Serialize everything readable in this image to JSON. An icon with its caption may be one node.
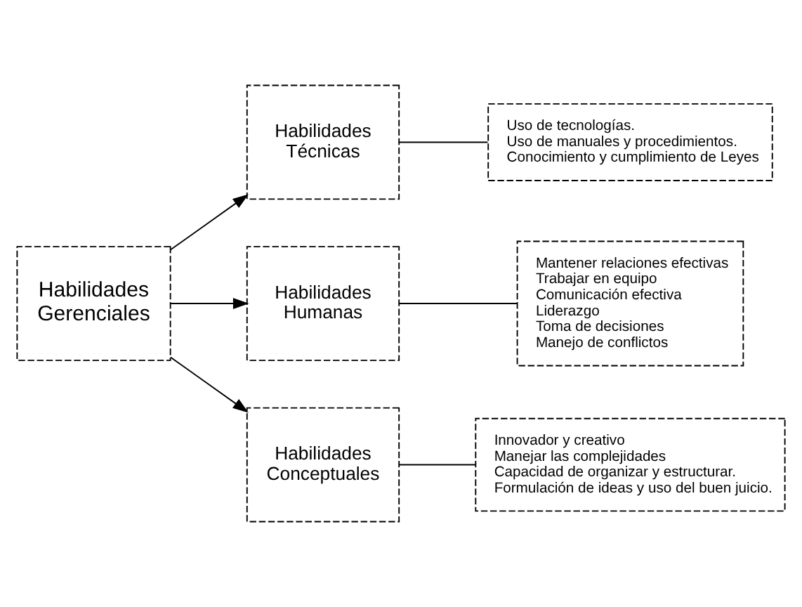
{
  "diagram": {
    "nodes": [
      {
        "text": [
          "Habilidades Gerenciales"
        ]
      },
      {
        "text": [
          "Habilidades Técnicas"
        ]
      },
      {
        "text": [
          "Uso de tecnologías.",
          "Uso de manuales y procedimientos.",
          "Conocimiento y cumplimiento de Leyes"
        ]
      },
      {
        "text": [
          "Habilidades Humanas"
        ]
      },
      {
        "text": [
          "Mantener relaciones efectivas",
          "Trabajar en equipo",
          "Comunicación efectiva",
          "Liderazgo",
          "Toma de decisiones",
          "Manejo de conflictos"
        ]
      },
      {
        "text": [
          "Habilidades Conceptuales"
        ]
      },
      {
        "text": [
          "Innovador y creativo",
          "Manejar las complejidades",
          "Capacidad de organizar y estructurar.",
          "Formulación de ideas y uso del buen juicio."
        ]
      }
    ],
    "edges": [
      {
        "from": 0,
        "to": 1,
        "arrow": "to"
      },
      {
        "from": 0,
        "to": 3,
        "arrow": "to"
      },
      {
        "from": 0,
        "to": 5,
        "arrow": "to"
      },
      {
        "from": 1,
        "to": 2,
        "arrow": "none"
      },
      {
        "from": 3,
        "to": 4,
        "arrow": "none"
      },
      {
        "from": 5,
        "to": 6,
        "arrow": "none"
      }
    ]
  }
}
